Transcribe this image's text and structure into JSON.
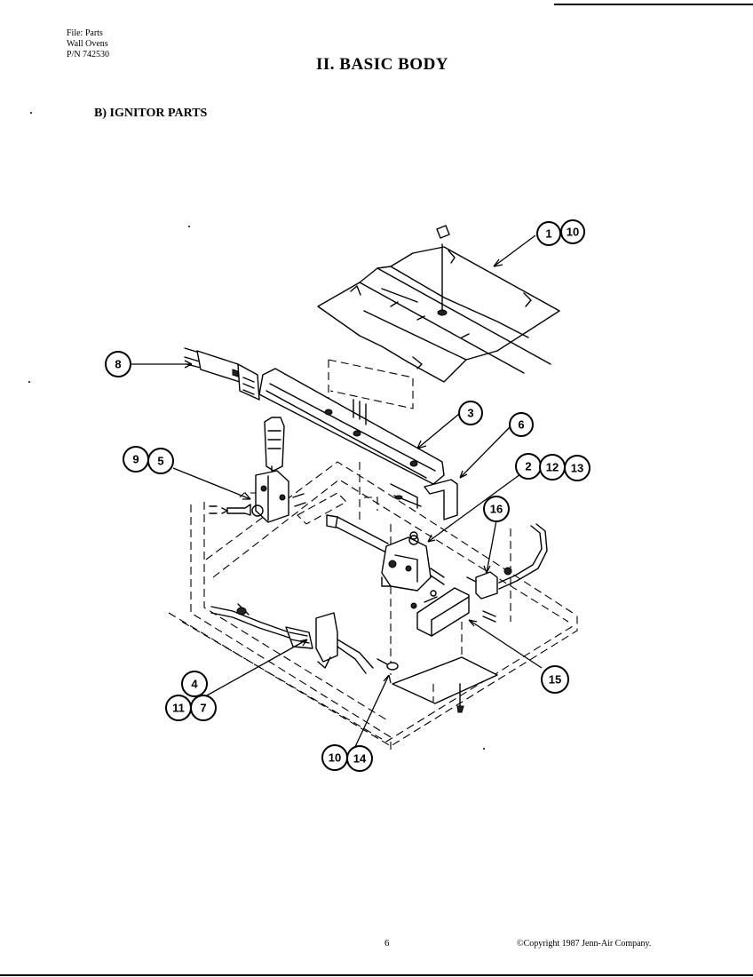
{
  "header": {
    "file_line": "File: Parts",
    "product_line": "Wall Ovens",
    "part_number_line": "P/N 742530"
  },
  "title": "II. BASIC BODY",
  "section": "B) IGNITOR PARTS",
  "callouts": {
    "c1": "1",
    "c10a": "10",
    "c8": "8",
    "c3": "3",
    "c6": "6",
    "c9": "9",
    "c5": "5",
    "c2": "2",
    "c12": "12",
    "c13": "13",
    "c16": "16",
    "c4": "4",
    "c11": "11",
    "c7": "7",
    "c15": "15",
    "c10b": "10",
    "c14": "14"
  },
  "footer": {
    "page_number": "6",
    "copyright": "©Copyright 1987 Jenn-Air Company."
  }
}
